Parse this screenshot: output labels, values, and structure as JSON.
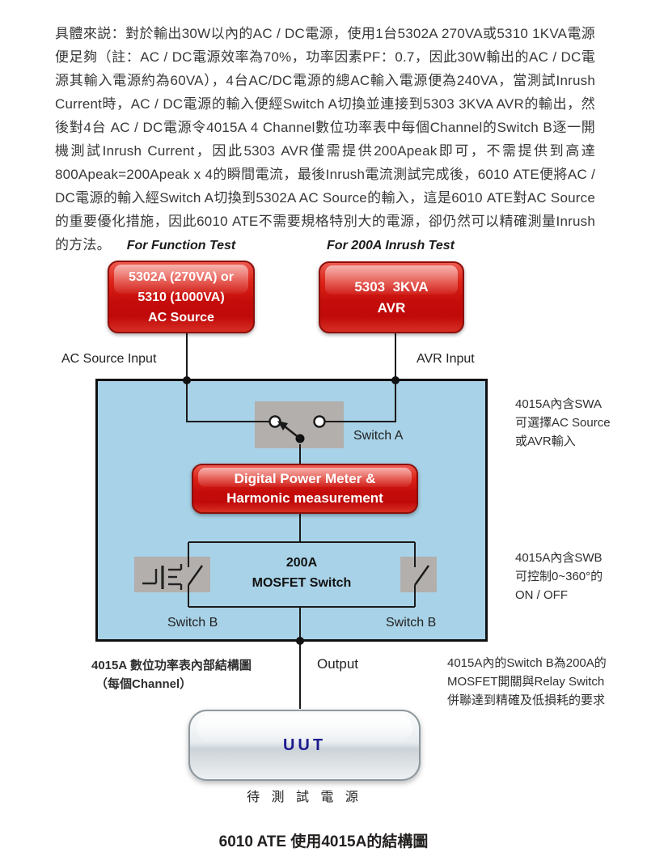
{
  "page": {
    "paragraph": "具體來説：對於輸出30W以內的AC / DC電源，使用1台5302A 270VA或5310 1KVA電源便足夠（註：AC / DC電源效率為70%，功率因素PF：0.7，因此30W輸出的AC / DC電源其輸入電源約為60VA），4台AC/DC電源的總AC輸入電源便為240VA，當測試Inrush Current時，AC / DC電源的輸入便經Switch A切換並連接到5303 3KVA AVR的輸出，然後對4台 AC / DC電源令4015A 4 Channel數位功率表中每個Channel的Switch B逐一開機測試Inrush Current，因此5303 AVR僅需提供200Apeak即可，不需提供到高達800Apeak=200Apeak x 4的瞬間電流，最後Inrush電流測試完成後，6010 ATE便將AC / DC電源的輸入經Switch A切換到5302A AC Source的輸入，這是6010 ATE對AC Source的重要優化措施，因此6010 ATE不需要規格特別大的電源，卻仍然可以精確測量Inrush的方法。",
    "caption": "6010 ATE 使用4015A的結構圖"
  },
  "diagram": {
    "function_test_header": "For Function Test",
    "inrush_test_header": "For 200A Inrush Test",
    "ac_source_button": "5302A (270VA) or\n5310 (1000VA)\nAC Source",
    "avr_button": "5303  3KVA\nAVR",
    "ac_source_input_label": "AC Source Input",
    "avr_input_label": "AVR Input",
    "switch_a_label": "Switch A",
    "power_meter_button": "Digital Power Meter &\nHarmonic measurement",
    "mosfet_box_label": "200A\nMOSFET Switch",
    "switch_b_left_label": "Switch B",
    "switch_b_right_label": "Switch B",
    "output_label": "Output",
    "internal_structure_label": "4015A 數位功率表內部結構圖",
    "per_channel_label": "（每個Channel）",
    "uut_label": "UUT",
    "uut_caption": "待 測 試 電 源",
    "annotation_swa": "4015A內含SWA\n可選擇AC Source\n或AVR輸入",
    "annotation_swb": "4015A內含SWB\n可控制0~360°的\nON / OFF",
    "annotation_switchb": "4015A內的Switch B為200A的\nMOSFET開關與Relay Switch\n併聯達到精確及低損耗的要求"
  },
  "colors": {
    "button_red": "#cf1010",
    "button_red_dark": "#8d0f0a",
    "panel_blue": "#a8d2e7",
    "switch_gray": "#b2afac",
    "uut_text_blue": "#1b1b8e",
    "wire_black": "#1a1a1a"
  }
}
